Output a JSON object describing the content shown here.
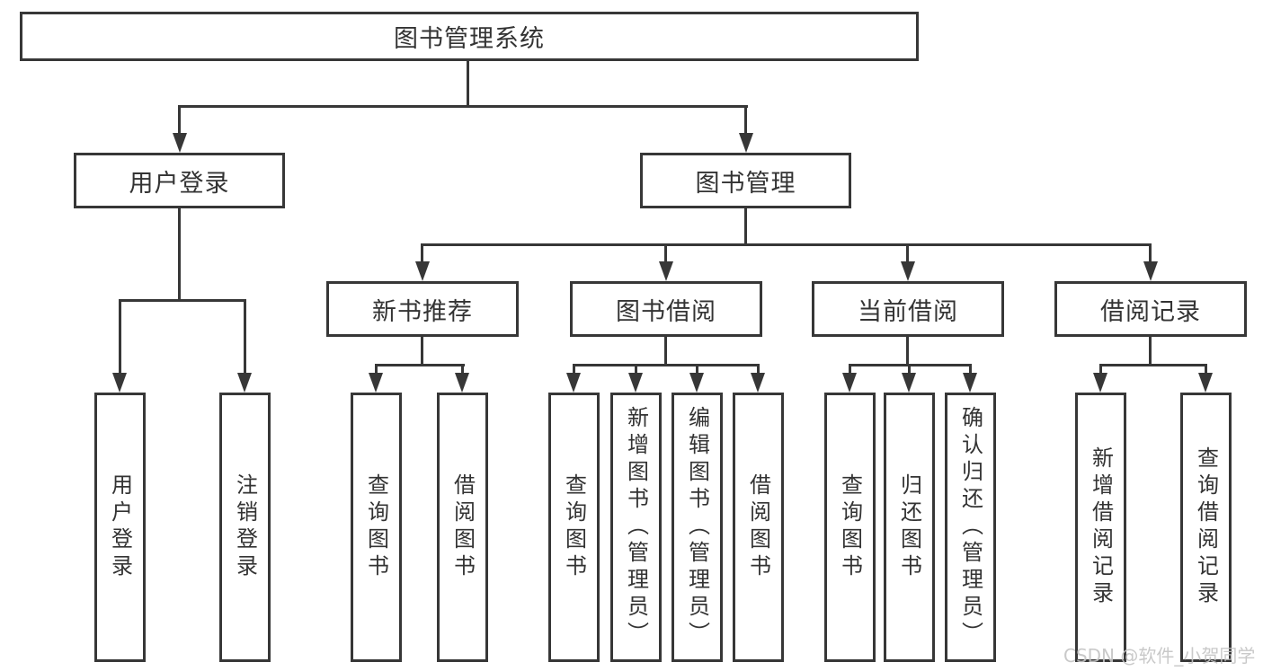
{
  "diagram": {
    "root": {
      "label": "图书管理系统"
    },
    "level2": {
      "user_login": {
        "label": "用户登录"
      },
      "book_mgmt": {
        "label": "图书管理"
      }
    },
    "level3": {
      "new_book": {
        "label": "新书推荐"
      },
      "book_borrow": {
        "label": "图书借阅"
      },
      "current_borrow": {
        "label": "当前借阅"
      },
      "borrow_record": {
        "label": "借阅记录"
      }
    },
    "leaves": [
      {
        "label": "用户登录"
      },
      {
        "label": "注销登录"
      },
      {
        "label": "查询图书"
      },
      {
        "label": "借阅图书"
      },
      {
        "label": "查询图书"
      },
      {
        "label": "新增图书（管理员）"
      },
      {
        "label": "编辑图书（管理员）"
      },
      {
        "label": "借阅图书"
      },
      {
        "label": "查询图书"
      },
      {
        "label": "归还图书"
      },
      {
        "label": "确认归还（管理员）"
      },
      {
        "label": "新增借阅记录"
      },
      {
        "label": "查询借阅记录"
      }
    ]
  },
  "watermark": {
    "text": "CSDN @软件_小贺同学"
  },
  "colors": {
    "line": "#373737",
    "text": "#333333",
    "background": "#ffffff",
    "watermark": "#c4c4c4"
  }
}
